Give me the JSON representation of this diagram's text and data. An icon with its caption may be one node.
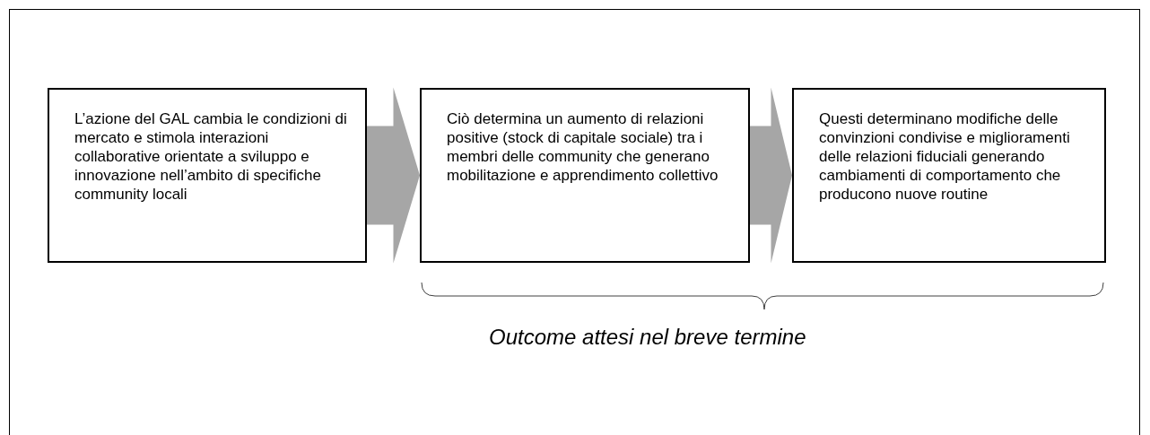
{
  "diagram": {
    "nodes": [
      {
        "text": [
          "L’azione del GAL cambia le condizioni di mercato e stimola interazioni collaborative orientate a sviluppo e innovazione nell’ambito di specifiche community locali"
        ]
      },
      {
        "text": [
          "Ciò determina un aumento di relazioni positive (stock di capitale sociale) tra i membri delle community che generano mobilitazione e apprendimento collettivo"
        ]
      },
      {
        "text": [
          "Questi determinano modifiche delle convinzioni condivise e miglioramenti delle relazioni fiduciali generando cambiamenti di comportamento che producono nuove routine"
        ]
      }
    ],
    "edges": [
      {
        "from": 0,
        "to": 1,
        "arrow": "to"
      },
      {
        "from": 1,
        "to": 2,
        "arrow": "to"
      }
    ],
    "labels": [
      "Outcome attesi nel breve termine"
    ]
  }
}
